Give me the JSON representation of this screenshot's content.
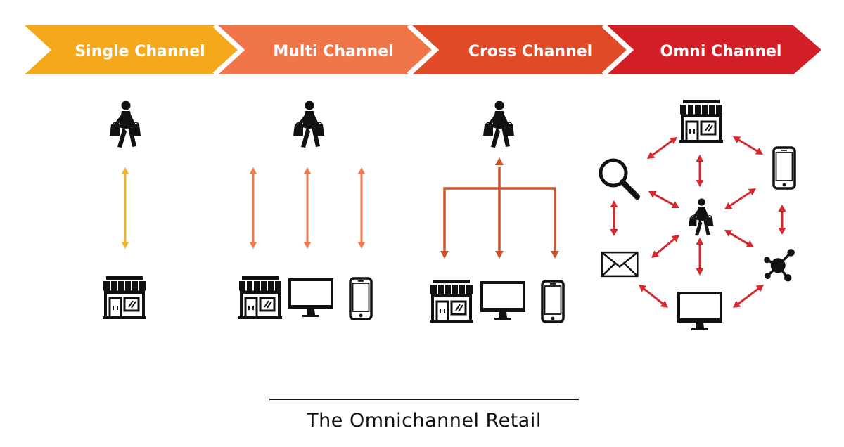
{
  "header": {
    "stages": [
      {
        "label": "Single Channel",
        "color": "#F5A81C"
      },
      {
        "label": "Multi Channel",
        "color": "#F0764A"
      },
      {
        "label": "Cross Channel",
        "color": "#E04A26"
      },
      {
        "label": "Omni Channel",
        "color": "#D21F26"
      }
    ]
  },
  "arrow_colors": {
    "single": "#F2B12A",
    "multi": "#EE7A52",
    "cross": "#C9542E",
    "omni": "#D42A2E"
  },
  "icons": {
    "shopper": "shopper-icon",
    "store": "store-icon",
    "monitor": "monitor-icon",
    "phone": "phone-icon",
    "search": "search-icon",
    "mail": "mail-icon",
    "social": "social-network-icon"
  },
  "footer": {
    "caption": "The Omnichannel Retail"
  }
}
